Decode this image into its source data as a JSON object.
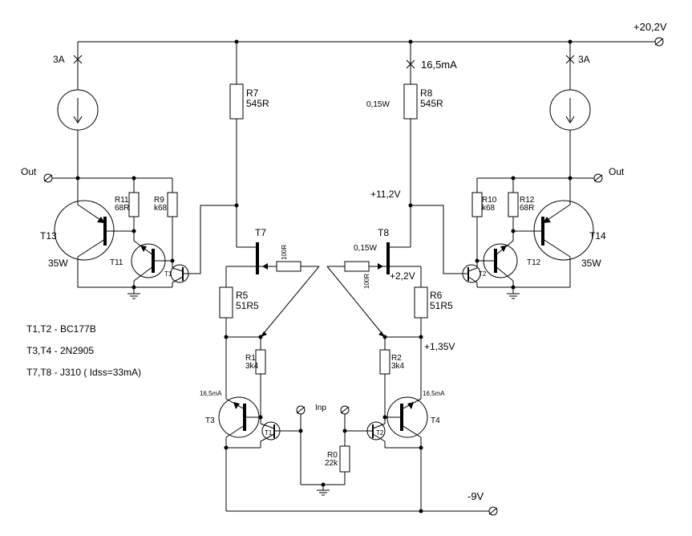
{
  "rails": {
    "supply_pos": "+20,2V",
    "supply_neg": "-9V"
  },
  "outputs": {
    "out_left": "Out",
    "out_right": "Out"
  },
  "input": {
    "label": "Inp"
  },
  "currents": {
    "left_source": "3A",
    "right_source": "3A",
    "mid_branch": "16,5mA",
    "t3_current": "16,5mA",
    "t4_current": "16,5mA"
  },
  "voltages": {
    "v_t8_drain": "+11,2V",
    "v_t8_source": "+2,2V",
    "v_r6_bottom": "+1,35V"
  },
  "resistors": {
    "r7": {
      "name": "R7",
      "value": "545R"
    },
    "r8": {
      "name": "R8",
      "value": "545R",
      "power": "0,15W"
    },
    "r5": {
      "name": "R5",
      "value": "51R5"
    },
    "r6": {
      "name": "R6",
      "value": "51R5"
    },
    "r1": {
      "name": "R1",
      "value": "3k4"
    },
    "r2": {
      "name": "R2",
      "value": "3k4"
    },
    "r9": {
      "name": "R9",
      "value": "k68"
    },
    "r10": {
      "name": "R10",
      "value": "k68"
    },
    "r11": {
      "name": "R11",
      "value": "68R"
    },
    "r12": {
      "name": "R12",
      "value": "68R"
    },
    "r0": {
      "name": "R0",
      "value": "22k"
    },
    "gate_left": {
      "value": "100R"
    },
    "gate_right": {
      "value": "100R"
    }
  },
  "transistors": {
    "t13": {
      "name": "T13",
      "power": "35W"
    },
    "t14": {
      "name": "T14",
      "power": "35W"
    },
    "t11": {
      "name": "T11"
    },
    "t12": {
      "name": "T12"
    },
    "t7": {
      "name": "T7"
    },
    "t8": {
      "name": "T8",
      "power": "0,15W"
    },
    "t3": {
      "name": "T3"
    },
    "t4": {
      "name": "T4"
    },
    "t1": {
      "name": "T1"
    },
    "t2": {
      "name": "T2"
    }
  },
  "notes": [
    "T1,T2 - BC177B",
    "T3,T4 -  2N2905",
    "T7,T8 -  J310 ( Idss=33mA)"
  ]
}
